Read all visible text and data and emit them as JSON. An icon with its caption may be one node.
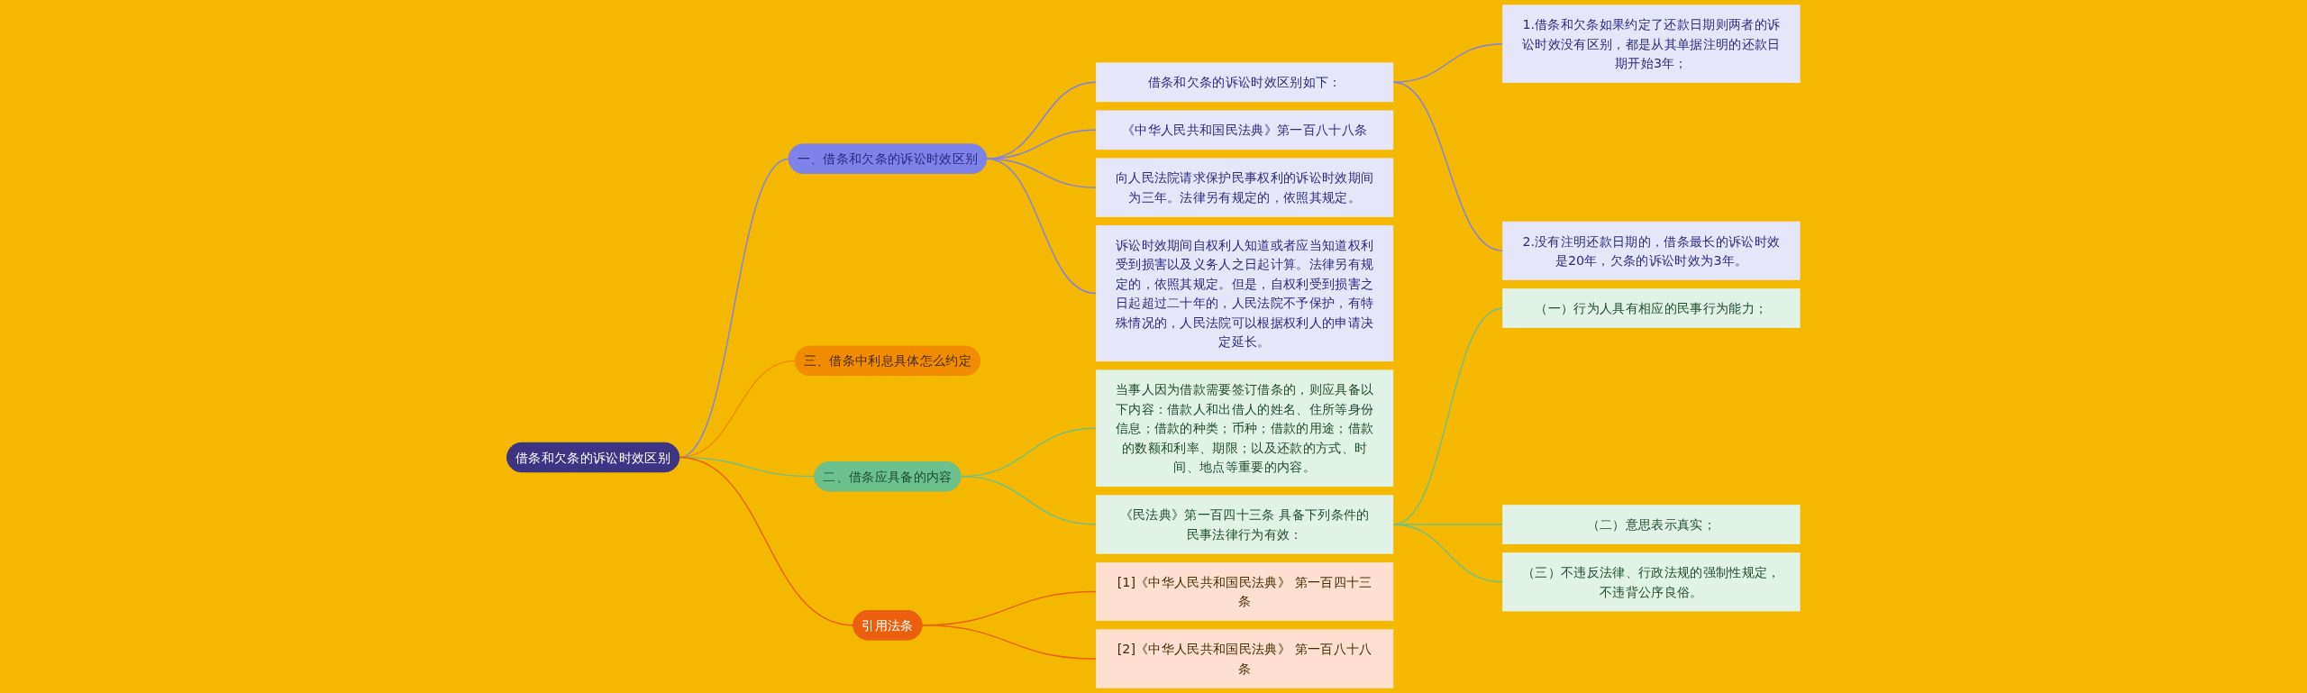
{
  "diagram": {
    "nodes": [
      {
        "text": [
          "借条和欠条的诉讼时效区别"
        ]
      },
      {
        "text": [
          "一、借条和欠条的诉讼时效区别"
        ]
      },
      {
        "text": [
          "借条和欠条的诉讼时效区别如下："
        ]
      },
      {
        "text": [
          "1.借条和欠条如果约定了还款日期则两者的诉讼时效没有区别，都是从其单据注明的还款日期开始3年；"
        ]
      },
      {
        "text": [
          "2.没有注明还款日期的，借条最长的诉讼时效是20年，欠条的诉讼时效为3年。"
        ]
      },
      {
        "text": [
          "《中华人民共和国民法典》第一百八十八条"
        ]
      },
      {
        "text": [
          "向人民法院请求保护民事权利的诉讼时效期间为三年。法律另有规定的，依照其规定。"
        ]
      },
      {
        "text": [
          "诉讼时效期间自权利人知道或者应当知道权利受到损害以及义务人之日起计算。法律另有规定的，依照其规定。但是，自权利受到损害之日起超过二十年的，人民法院不予保护，有特殊情况的，人民法院可以根据权利人的申请决定延长。"
        ]
      },
      {
        "text": [
          "三、借条中利息具体怎么约定"
        ]
      },
      {
        "text": [
          "二、借条应具备的内容"
        ]
      },
      {
        "text": [
          "当事人因为借款需要签订借条的，则应具备以下内容：借款人和出借人的姓名、住所等身份信息；借款的种类；币种；借款的用途；借款的数额和利率、期限；以及还款的方式、时间、地点等重要的内容。"
        ]
      },
      {
        "text": [
          "《民法典》第一百四十三条 具备下列条件的民事法律行为有效："
        ]
      },
      {
        "text": [
          "（一）行为人具有相应的民事行为能力；"
        ]
      },
      {
        "text": [
          "（二）意思表示真实；"
        ]
      },
      {
        "text": [
          "（三）不违反法律、行政法规的强制性规定，不违背公序良俗。"
        ]
      },
      {
        "text": [
          "引用法条"
        ]
      },
      {
        "text": [
          "[1]《中华人民共和国民法典》 第一百四十三条"
        ]
      },
      {
        "text": [
          "[2]《中华人民共和国民法典》 第一百八十八条"
        ]
      }
    ],
    "edges": [
      {
        "from": 0,
        "to": 1,
        "arrow": "none"
      },
      {
        "from": 1,
        "to": 2,
        "arrow": "none"
      },
      {
        "from": 2,
        "to": 3,
        "arrow": "none"
      },
      {
        "from": 2,
        "to": 4,
        "arrow": "none"
      },
      {
        "from": 1,
        "to": 5,
        "arrow": "none"
      },
      {
        "from": 1,
        "to": 6,
        "arrow": "none"
      },
      {
        "from": 1,
        "to": 7,
        "arrow": "none"
      },
      {
        "from": 0,
        "to": 8,
        "arrow": "none",
        "color": "#f08c00"
      },
      {
        "from": 0,
        "to": 9,
        "arrow": "none",
        "color": "#6cc08b"
      },
      {
        "from": 9,
        "to": 10,
        "arrow": "none",
        "color": "#6cc08b"
      },
      {
        "from": 9,
        "to": 11,
        "arrow": "none",
        "color": "#6cc08b"
      },
      {
        "from": 11,
        "to": 12,
        "arrow": "none",
        "color": "#6cc08b"
      },
      {
        "from": 11,
        "to": 13,
        "arrow": "none",
        "color": "#6cc08b"
      },
      {
        "from": 11,
        "to": 14,
        "arrow": "none",
        "color": "#6cc08b"
      },
      {
        "from": 0,
        "to": 15,
        "arrow": "none",
        "color": "#e8620c"
      },
      {
        "from": 15,
        "to": 16,
        "arrow": "none",
        "color": "#e8620c"
      },
      {
        "from": 15,
        "to": 17,
        "arrow": "none",
        "color": "#e8620c"
      }
    ]
  }
}
